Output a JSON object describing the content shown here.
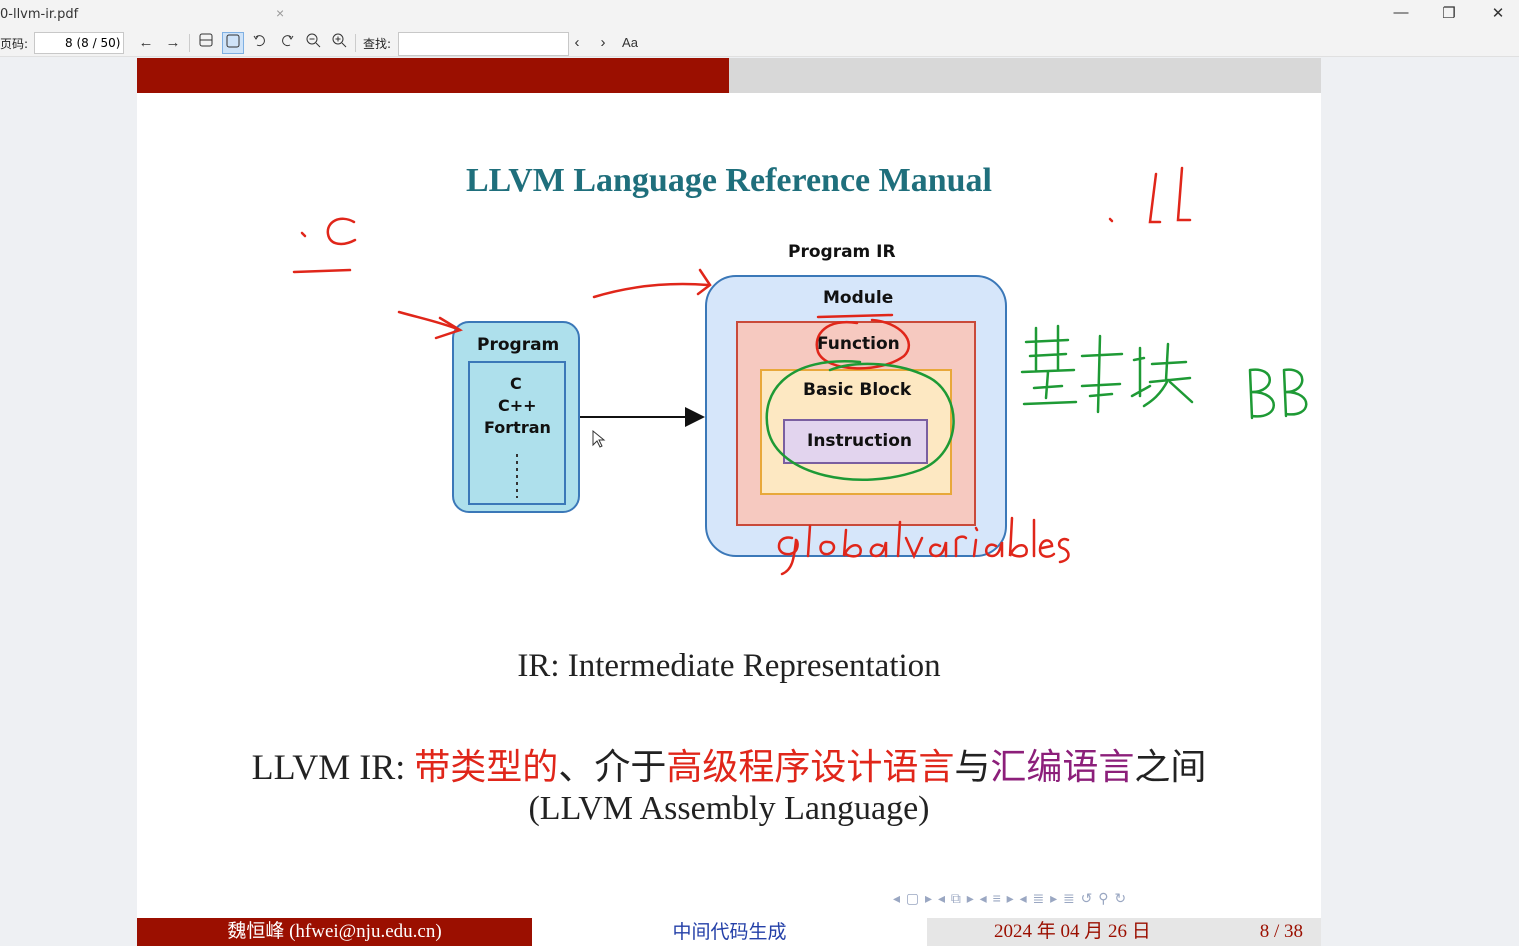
{
  "window": {
    "tab_title": "0-llvm-ir.pdf",
    "tab_close": "×",
    "controls": {
      "minimize": "—",
      "restore": "❐",
      "close": "✕"
    }
  },
  "toolbar": {
    "page_label": "页码:",
    "page_value": "8 (8 / 50)",
    "search_label": "查找:",
    "search_placeholder": "",
    "font_button": "Aa",
    "back": "←",
    "forward": "→",
    "prev_result": "‹",
    "next_result": "›"
  },
  "slide": {
    "title": "LLVM Language Reference Manual",
    "diagram": {
      "program_ir_label": "Program IR",
      "module_label": "Module",
      "function_label": "Function",
      "basic_block_label": "Basic Block",
      "instruction_label": "Instruction",
      "program_label": "Program",
      "languages": [
        "C",
        "C++",
        "Fortran"
      ],
      "colors": {
        "program_box": "#aee0ec",
        "program_ir_box": "#d6e6fa",
        "module_box": "#f6c9c0",
        "basic_block_box": "#fde8c2",
        "instruction_box": "#e2d4ee"
      }
    },
    "ir_line": "IR: Intermediate Representation",
    "llvm_ir": {
      "prefix": "LLVM IR: ",
      "part1": "带类型的",
      "part2": "、介于",
      "part3": "高级程序设计语言",
      "part4": "与",
      "part5": "汇编语言",
      "part6": "之间"
    },
    "asm_line": "(LLVM Assembly Language)",
    "nav_symbols": "◂ ▢ ▸  ◂ ⧉ ▸  ◂ ≡ ▸  ◂ ≣ ▸   ≣   ↺ ⚲ ↻",
    "footer": {
      "author": "魏恒峰  (hfwei@nju.edu.cn)",
      "topic": "中间代码生成",
      "date": "2024 年 04 月 26 日",
      "page": "8 / 38"
    }
  },
  "annotations": {
    "handwritten": [
      ".c",
      ".ll",
      "基本块",
      "BB",
      "global variables"
    ],
    "colors": {
      "red": "#e0261a",
      "green": "#1e9a35"
    }
  }
}
